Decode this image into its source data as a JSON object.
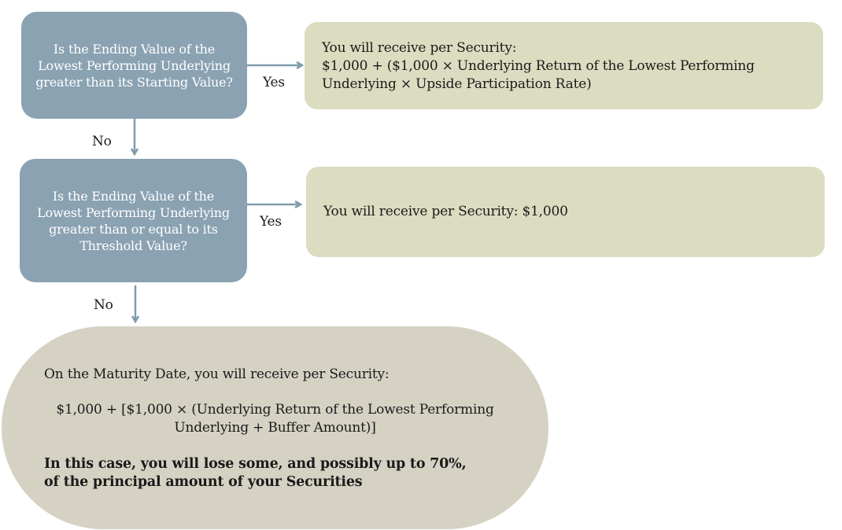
{
  "question_1": {
    "text": "Is the Ending Value of the Lowest Performing Underlying greater than its Starting Value?"
  },
  "answer_1": {
    "line1": "You will receive per Security:",
    "line2": "$1,000 + ($1,000 × Underlying Return of the Lowest Performing",
    "line3": "Underlying × Upside Participation Rate)"
  },
  "question_2": {
    "text": "Is the Ending Value of the Lowest Performing Underlying greater than or equal to its Threshold Value?"
  },
  "answer_2": {
    "text": "You will receive per Security: $1,000"
  },
  "final_outcome": {
    "intro": "On the Maturity Date, you will receive per Security:",
    "formula_line1": "$1,000 + [$1,000 × (Underlying Return of the Lowest Performing",
    "formula_line2": "Underlying + Buffer Amount)]",
    "warning_line1": "In this case, you will lose some, and possibly up to 70%,",
    "warning_line2": "of the principal amount of your Securities"
  },
  "edges": {
    "yes_1": "Yes",
    "no_1": "No",
    "yes_2": "Yes",
    "no_2": "No"
  },
  "colors": {
    "question_fill": "#8aa2b2",
    "answer_fill": "#dcdcc1",
    "final_fill": "#d5d2c4",
    "arrow": "#7f9bab"
  }
}
